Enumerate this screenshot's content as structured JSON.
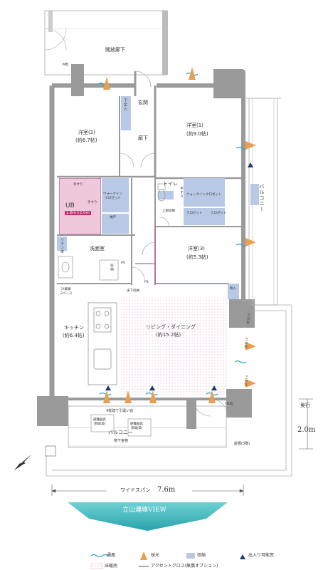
{
  "rooms": {
    "open_corridor": "開放廊下",
    "mb": "MB",
    "entrance": "玄関",
    "shoe_closet": "下足入",
    "hallway": "廊下",
    "western_room_2": "洋室(2)",
    "western_room_2_size": "(約6.7帖)",
    "western_room_1": "洋室(1)",
    "western_room_1_size": "(約9.0帖)",
    "toilet": "トイレ",
    "walkin_closet_1": "ウォークインクロゼット",
    "walkin_closet_2": "ウォークイン\nクロゼット",
    "storage": "納戸",
    "closet_a": "クロゼット",
    "closet_b": "クロゼット",
    "upper_storage": "上部収納",
    "ub": "UB",
    "ub_size": "1.6m×2.0m",
    "handrail_1": "手すり",
    "handrail_2": "手すり",
    "handrail_3": "手すり",
    "linen": "リネン庫",
    "washroom": "洗面室",
    "western_room_3": "洋室(3)",
    "western_room_3_size": "(約5.3帖)",
    "ps": "PS",
    "ps2": "PS",
    "fridge": "冷蔵庫\nスペース",
    "kitchen": "キッチン",
    "kitchen_size": "(約6.4帖)",
    "living": "リビング・ダイニング",
    "living_size": "(約15.2帖)",
    "entry_storage": "収納",
    "floor_storage": "床下収納",
    "balcony": "バルコニー",
    "balcony_bottom": "バルコニー",
    "drying_hardware": "物干金物",
    "four_panel_window": "4枚建て引違い窓",
    "evac_hatch_1": "避難器具\n(救助袋)",
    "evac_hatch_2": "避難器具\n(救助袋)",
    "roof": "屋根(3階)",
    "fix_1": "FIX窓",
    "fix_2": "FIX窓",
    "fix_3": "FIX窓",
    "fix_4": "FIX窓",
    "outdoor_storage": "物入"
  },
  "dimensions": {
    "wide_span_label": "ワイドスパン",
    "wide_span_value": "7.6m",
    "depth_label": "奥行",
    "depth_value": "2.0m"
  },
  "view_banner": "立山連峰VIEW",
  "legend": {
    "ventilation": "通風",
    "lighting": "採光",
    "storage": "収納",
    "entry": "出入り可能窓",
    "floor_heating": "床暖房",
    "accent_cloth": "アクセントクロス(無償オプション)"
  },
  "colors": {
    "wall": "#9a9a9a",
    "wall_dark": "#7a7a7a",
    "storage": "#b8c9e6",
    "ub": "#f0c8dc",
    "ventilation": "#2aa3c5",
    "lighting": "#e8a050",
    "entry": "#1a3c6e",
    "view_banner": "#2fb0b5",
    "floor_heating": "#e8b0c5",
    "accent": "#c2609a"
  }
}
